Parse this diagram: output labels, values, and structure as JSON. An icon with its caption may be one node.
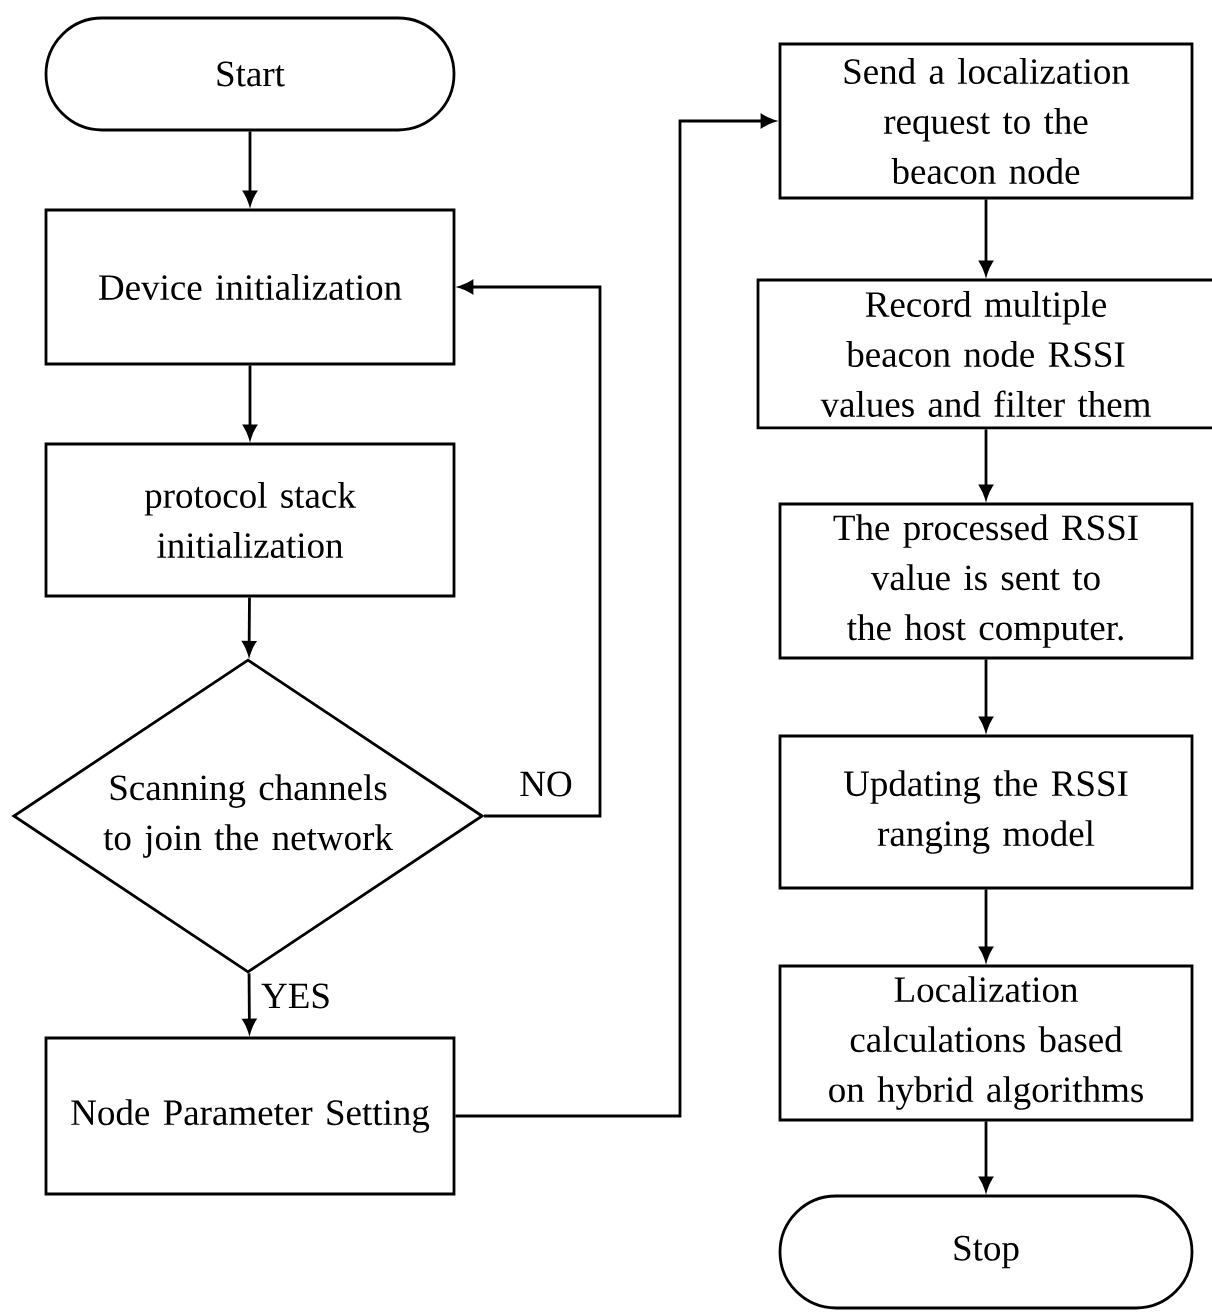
{
  "diagram": {
    "nodes": [
      {
        "text": [
          "Start"
        ]
      },
      {
        "text": [
          "Device initialization"
        ]
      },
      {
        "text": [
          "protocol stack initialization"
        ]
      },
      {
        "text": [
          "Scanning channels to join the network"
        ]
      },
      {
        "text": [
          "Node Parameter Setting"
        ]
      },
      {
        "text": [
          "Send a localization request to the beacon node"
        ]
      },
      {
        "text": [
          "Record multiple beacon node RSSI values and filter them"
        ]
      },
      {
        "text": [
          "The processed RSSI value is sent to the host computer."
        ]
      },
      {
        "text": [
          "Updating the RSSI ranging model"
        ]
      },
      {
        "text": [
          "Localization calculations based on hybrid algorithms"
        ]
      },
      {
        "text": [
          "Stop"
        ]
      }
    ],
    "edges": [
      {
        "from": 0,
        "to": 1,
        "arrow": "to"
      },
      {
        "from": 1,
        "to": 2,
        "arrow": "to"
      },
      {
        "from": 2,
        "to": 3,
        "arrow": "to"
      },
      {
        "from": 3,
        "to": 4,
        "arrow": "to",
        "label": "YES"
      },
      {
        "from": 3,
        "to": 1,
        "arrow": "to",
        "label": "NO"
      },
      {
        "from": 4,
        "to": 5,
        "arrow": "to"
      },
      {
        "from": 5,
        "to": 6,
        "arrow": "to"
      },
      {
        "from": 6,
        "to": 7,
        "arrow": "to"
      },
      {
        "from": 7,
        "to": 8,
        "arrow": "to"
      },
      {
        "from": 8,
        "to": 9,
        "arrow": "to"
      },
      {
        "from": 9,
        "to": 10,
        "arrow": "to"
      }
    ]
  }
}
